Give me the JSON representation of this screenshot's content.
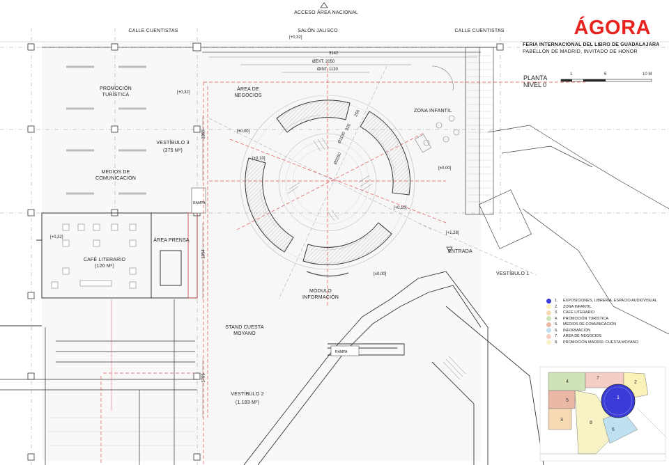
{
  "brand": {
    "title": "ÁGORA",
    "subtitle1": "FERIA INTERNACIONAL DEL LIBRO DE GUADALAJARA",
    "subtitle2": "PABELLÓN DE MADRID, INVITADO DE HONOR",
    "planta_line1": "PLANTA",
    "planta_line2": "NIVEL 0",
    "scale": [
      "1",
      "5",
      "10 M"
    ],
    "accent": "#e8231e"
  },
  "labels": {
    "acceso": "ACCESO ÁREA NACIONAL",
    "calle_left": "CALLE CUENTISTAS",
    "salon": "SALÓN JALISCO",
    "calle_right": "CALLE CUENTISTAS",
    "promocion": [
      "PROMOCIÓN",
      "TURÍSTICA"
    ],
    "negocios": [
      "ÁREA DE",
      "NEGOCIOS"
    ],
    "zona_infantil": "ZONA INFANTIL",
    "vestibulo3": [
      "VESTÍBULO 3",
      "(375 M²)"
    ],
    "medios": [
      "MEDIOS DE",
      "COMUNICACIÓN"
    ],
    "cafe": [
      "CAFÉ LITERARIO",
      "(120 M²)"
    ],
    "prensa": "ÁREA PRENSA",
    "entrada": "ENTRADA",
    "vestibulo1": "VESTÍBULO 1",
    "modulo": [
      "MÓDULO",
      "INFORMACIÓN"
    ],
    "stand": [
      "STAND CUESTA",
      "MOYANO"
    ],
    "vestibulo2": [
      "VESTÍBULO 2",
      "(1.183 M²)"
    ],
    "rampa1": "RAMPA",
    "rampa2": "RAMPA"
  },
  "levels": {
    "l1": "[+0,32]",
    "l2": "[+0,32]",
    "l3": "[±0,00]",
    "l4": "[+0,10]",
    "l5": "[±0,00]",
    "l6": "[+0,10]",
    "l7": "[+1,28]",
    "l8": "[±0,00]",
    "l9": "[+0,32]"
  },
  "dims": {
    "d3142": "3142",
    "ext": "ØEXT. 2050",
    "int": "ØINT. 1130",
    "d1865": "1865",
    "d1054": "1054",
    "d1795": "1795",
    "d1130": "Ø1130",
    "d2050": "Ø2050",
    "d250": "250",
    "d320": "320"
  },
  "legend": [
    {
      "num": "1.",
      "label": "EXPOSICIONES, LIBRERÍA, ESPACIO AUDIOVISUAL",
      "color": "#3a3ad6"
    },
    {
      "num": "2.",
      "label": "ZONA INFANTIL",
      "color": "#fbf2b8"
    },
    {
      "num": "3.",
      "label": "CAFÉ LITERARIO",
      "color": "#f7d9b4"
    },
    {
      "num": "4.",
      "label": "PROMOCIÓN TURÍSTICA",
      "color": "#cfe3b6"
    },
    {
      "num": "5.",
      "label": "MEDIOS DE COMUNICACIÓN",
      "color": "#e9b9a6"
    },
    {
      "num": "6.",
      "label": "INFORMACIÓN",
      "color": "#bfe0ee"
    },
    {
      "num": "7.",
      "label": "ÁREA DE NEGOCIOS",
      "color": "#f4cdc5"
    },
    {
      "num": "8.",
      "label": "PROMOCIÓN MADRID. CUESTA MOYANO",
      "color": "#f7f3c4"
    }
  ],
  "keymap": [
    "1",
    "2",
    "3",
    "4",
    "5",
    "6",
    "7",
    "8"
  ]
}
